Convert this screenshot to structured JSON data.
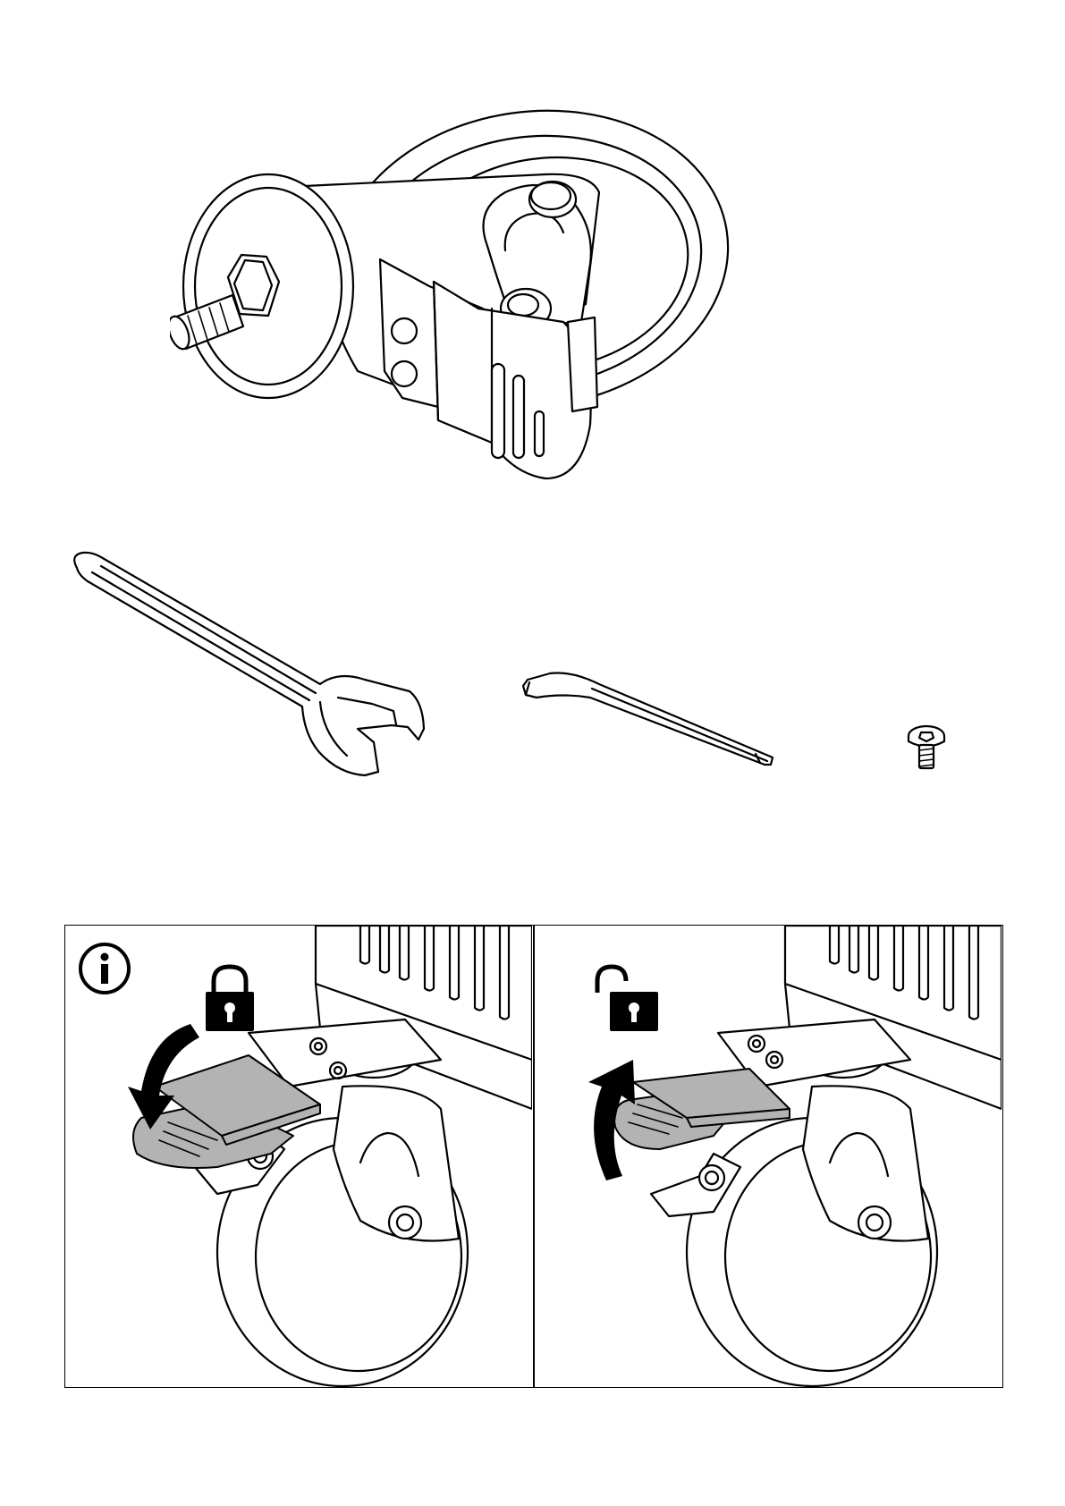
{
  "page": {
    "title": "",
    "text_elements": []
  },
  "illustrations": {
    "caster_wheel": {
      "icon": "caster-wheel-icon"
    },
    "tools": [
      {
        "name": "open-end-wrench",
        "icon": "wrench-icon"
      },
      {
        "name": "hex-key",
        "icon": "hex-key-icon"
      },
      {
        "name": "screw",
        "icon": "screw-icon"
      }
    ]
  },
  "info_box": {
    "icon": "info-icon",
    "panels": [
      {
        "state": "locked",
        "icon": "lock-closed-icon",
        "pedal_action": "press-down",
        "arrow": "curved-arrow-down-icon"
      },
      {
        "state": "unlocked",
        "icon": "lock-open-icon",
        "pedal_action": "lift-up",
        "arrow": "curved-arrow-up-icon"
      }
    ]
  },
  "colors": {
    "line": "#000000",
    "pedal_fill": "#b3b3b3",
    "background": "#ffffff"
  }
}
